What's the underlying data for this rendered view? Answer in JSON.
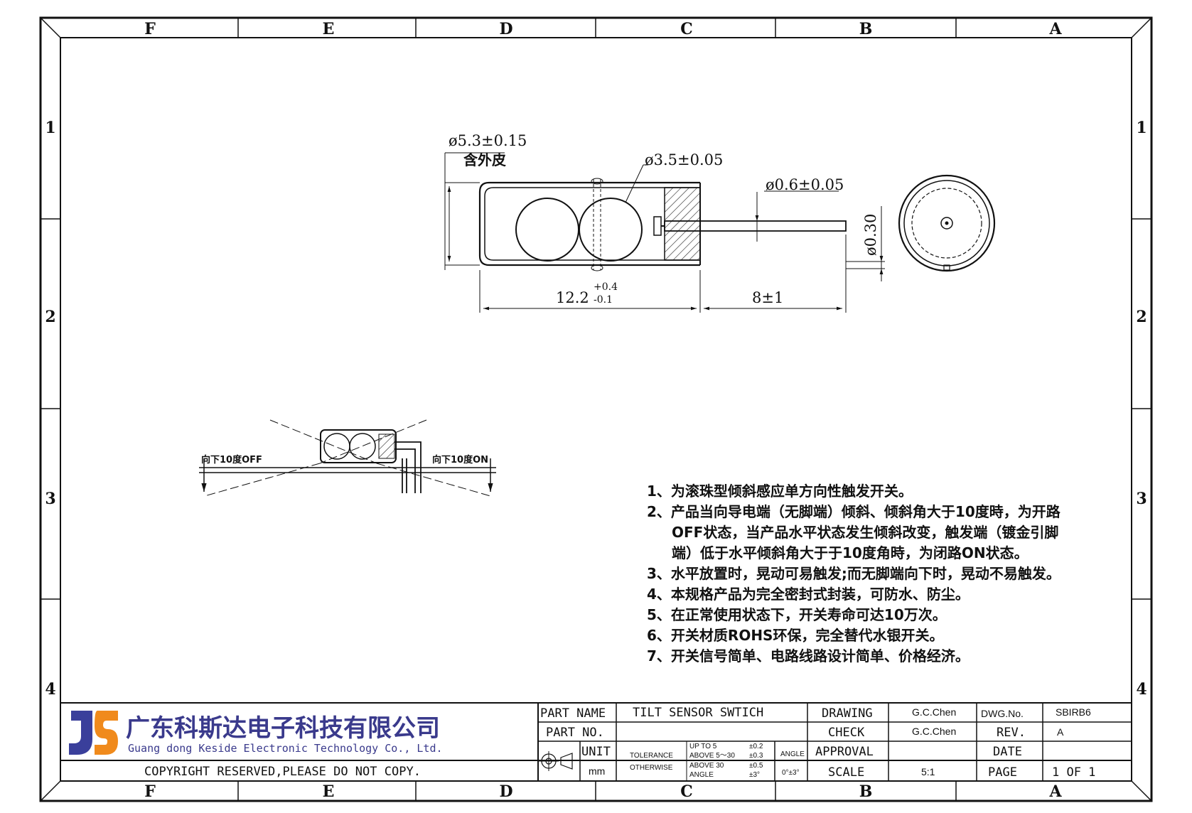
{
  "zones": {
    "columns": [
      "F",
      "E",
      "D",
      "C",
      "B",
      "A"
    ],
    "rows": [
      "1",
      "2",
      "3",
      "4"
    ]
  },
  "dimensions": {
    "outer_dia": "ø5.3±0.15",
    "outer_note": "含外皮",
    "ball_dia": "ø3.5±0.05",
    "pin_dia": "ø0.6±0.05",
    "pin_offset": "ø0.30",
    "body_length": "12.2",
    "body_tol_plus": "+0.4",
    "body_tol_minus": "-0.1",
    "pin_length": "8±1"
  },
  "tilt_labels": {
    "off": "向下10度OFF",
    "on": "向下10度ON"
  },
  "notes": [
    "1、为滚珠型倾斜感应单方向性触发开关。",
    "2、产品当向导电端（无脚端）倾斜、倾斜角大于10度時，为开路",
    "OFF状态，当产品水平状态发生倾斜改变，触发端（镀金引脚",
    "端）低于水平倾斜角大于于10度角時，为闭路ON状态。",
    "3、水平放置时，晃动可易触发;而无脚端向下时，晃动不易触发。",
    "4、本规格产品为完全密封式封装，可防水、防尘。",
    "5、在正常使用状态下，开关寿命可达10万次。",
    "6、开关材质ROHS环保，完全替代水银开关。",
    "7、开关信号简单、电路线路设计简单、价格经济。"
  ],
  "title_block": {
    "company_cn": "广东科斯达电子科技有限公司",
    "company_en": "Guang dong Keside  Electronic Technology Co., Ltd.",
    "copyright": "COPYRIGHT RESERVED,PLEASE DO NOT COPY.",
    "part_name_label": "PART NAME",
    "part_name": "TILT SENSOR SWTICH",
    "part_no_label": "PART NO.",
    "part_no": "",
    "unit_label": "UNIT",
    "unit": "mm",
    "tolerance_label": "TOLERANCE",
    "otherwise_label": "OTHERWISE",
    "tol_rows": [
      {
        "range": "UP TO 5",
        "value": "±0.2"
      },
      {
        "range": "ABOVE 5～30",
        "value": "±0.3"
      },
      {
        "range": "ABOVE 30",
        "value": "±0.5"
      },
      {
        "range": "ANGLE",
        "value": "±3°"
      }
    ],
    "angle_label": "ANGLE",
    "angle_value": "0°±3°",
    "drawing_label": "DRAWING",
    "drawing_by": "G.C.Chen",
    "check_label": "CHECK",
    "check_by": "G.C.Chen",
    "approval_label": "APPROVAL",
    "approval_by": "",
    "scale_label": "SCALE",
    "scale": "5:1",
    "dwg_no_label": "DWG.No.",
    "dwg_no": "SBIRB6",
    "rev_label": "REV.",
    "rev": "A",
    "date_label": "DATE",
    "date": "",
    "page_label": "PAGE",
    "page": "1 OF 1"
  },
  "colors": {
    "logo_blue": "#3a3f9b",
    "logo_orange": "#f08a1c",
    "logo_text": "#3a3a8c"
  }
}
